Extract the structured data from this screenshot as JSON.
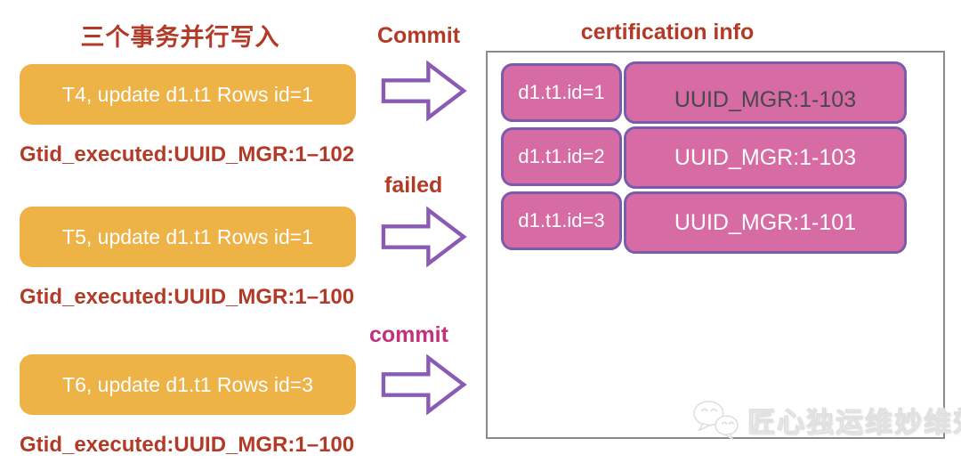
{
  "left": {
    "title": "三个事务并行写入",
    "transactions": [
      {
        "box": "T4, update d1.t1 Rows id=1",
        "gtid": "Gtid_executed:UUID_MGR:1–102",
        "action": "Commit"
      },
      {
        "box": "T5, update d1.t1 Rows id=1",
        "gtid": "Gtid_executed:UUID_MGR:1–100",
        "action": "failed"
      },
      {
        "box": "T6, update d1.t1 Rows id=3",
        "gtid": "Gtid_executed:UUID_MGR:1–100",
        "action": "commit"
      }
    ]
  },
  "certification": {
    "title": "certification info",
    "rows": [
      {
        "key": "d1.t1.id=1",
        "value": "UUID_MGR:1-103"
      },
      {
        "key": "d1.t1.id=2",
        "value": "UUID_MGR:1-103"
      },
      {
        "key": "d1.t1.id=3",
        "value": "UUID_MGR:1-101"
      }
    ]
  },
  "watermark": {
    "text": "匠心独运维妙维效",
    "icon": "wechat-bubbles-icon"
  },
  "colors": {
    "title_red": "#b23a26",
    "transaction_box_orange": "#edb347",
    "commit_pink": "#c2307e",
    "cert_cell_pink": "#d76ba3",
    "cell_border_purple": "#7a5cad",
    "arrow_purple": "#8a5bb5",
    "panel_border_gray": "#8a8a8a",
    "row1_value_text": "#47474d"
  }
}
